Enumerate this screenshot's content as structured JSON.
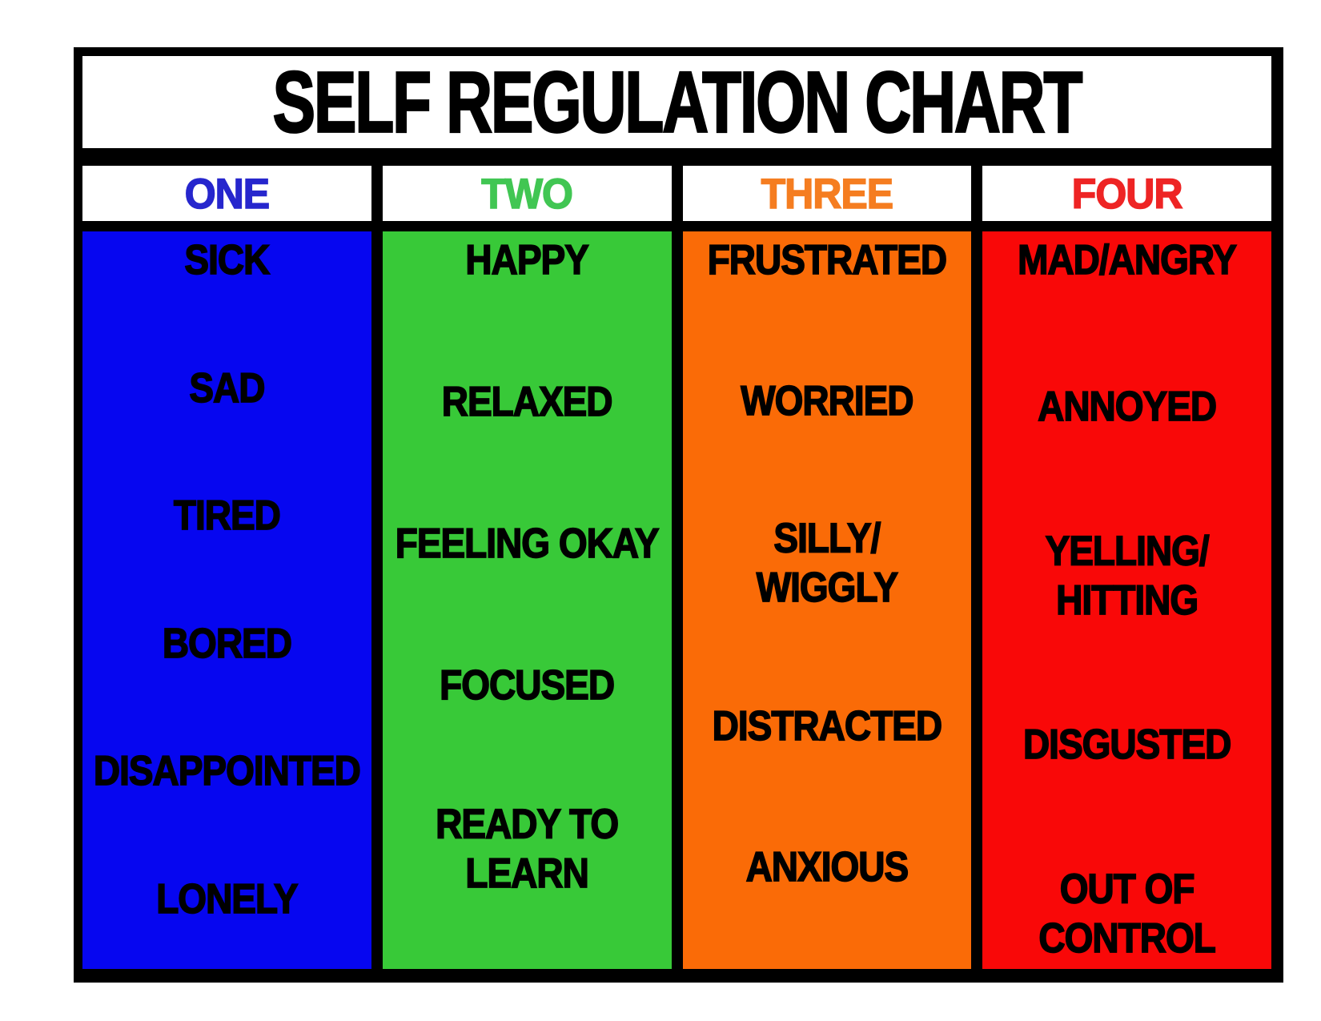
{
  "title": "SELF REGULATION CHART",
  "frame_color": "#000000",
  "background_color": "#ffffff",
  "columns": [
    {
      "header": "ONE",
      "header_color": "#2626cd",
      "bg": "#0606f0",
      "items": [
        "SICK",
        "SAD",
        "TIRED",
        "BORED",
        "DISAPPOINTED",
        "LONELY"
      ]
    },
    {
      "header": "TWO",
      "header_color": "#41c653",
      "bg": "#38c938",
      "items": [
        "HAPPY",
        "RELAXED",
        "FEELING OKAY",
        "FOCUSED",
        "READY TO\nLEARN"
      ]
    },
    {
      "header": "THREE",
      "header_color": "#f57d20",
      "bg": "#fa6b07",
      "items": [
        "FRUSTRATED",
        "WORRIED",
        "SILLY/\nWIGGLY",
        "DISTRACTED",
        "ANXIOUS"
      ]
    },
    {
      "header": "FOUR",
      "header_color": "#ee2424",
      "bg": "#f90808",
      "items": [
        "MAD/ANGRY",
        "ANNOYED",
        "YELLING/\nHITTING",
        "DISGUSTED",
        "OUT OF\nCONTROL"
      ]
    }
  ]
}
